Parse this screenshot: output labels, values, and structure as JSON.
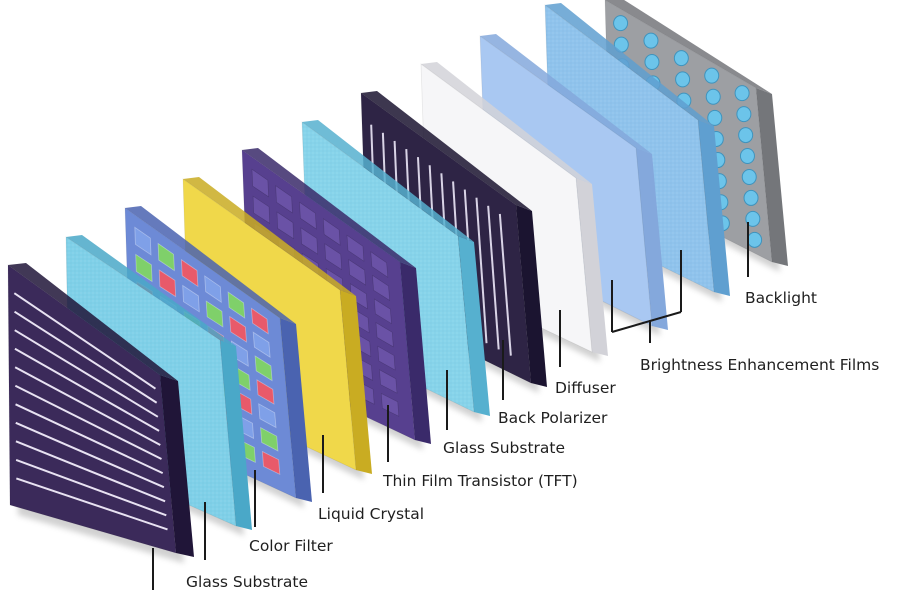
{
  "layers": [
    {
      "key": "front-polarizer",
      "front": "#3b2a5a",
      "edge": "#201538",
      "pattern": "lines",
      "line_color": "#e8e2f2"
    },
    {
      "key": "front-glass",
      "front": "#7fd0e8",
      "edge": "#4aa8c8",
      "pattern": "texture"
    },
    {
      "key": "color-filter",
      "front": "#6d8ad6",
      "edge": "#4a63b0",
      "pattern": "cells"
    },
    {
      "key": "liquid-crystal",
      "front": "#f0d84a",
      "edge": "#c9ac22",
      "pattern": "none"
    },
    {
      "key": "tft",
      "front": "#57408f",
      "edge": "#3a2a6a",
      "pattern": "grid",
      "cell_color": "#6a52a6"
    },
    {
      "key": "back-glass",
      "front": "#86d3ea",
      "edge": "#56b0cf",
      "pattern": "texture"
    },
    {
      "key": "back-polarizer",
      "front": "#2e2445",
      "edge": "#1b1430",
      "pattern": "vlines",
      "line_color": "#d9d4e6"
    },
    {
      "key": "diffuser",
      "front": "#f6f6f8",
      "edge": "#d2d2d8",
      "pattern": "none"
    },
    {
      "key": "bef-1",
      "front": "#a9c8f2",
      "edge": "#84a8dc",
      "pattern": "none"
    },
    {
      "key": "bef-2",
      "front": "#8fc3ec",
      "edge": "#5f9fd0",
      "pattern": "texture"
    },
    {
      "key": "backlight",
      "front": "#9d9fa3",
      "edge": "#74767a",
      "pattern": "dots",
      "dot_color": "#6cc4ea"
    }
  ],
  "cell_colors": [
    "#7fa0e8",
    "#e85a6a",
    "#7fd06a",
    "#7fa0e8",
    "#e85a6a",
    "#7fd06a"
  ],
  "labels": {
    "glass_substrate_front": "Glass Substrate",
    "color_filter": "Color Filter",
    "liquid_crystal": "Liquid Crystal",
    "tft": "Thin Film Transistor (TFT)",
    "glass_substrate_back": "Glass Substrate",
    "back_polarizer": "Back Polarizer",
    "diffuser": "Diffuser",
    "bef": "Brightness Enhancement Films",
    "backlight": "Backlight"
  }
}
